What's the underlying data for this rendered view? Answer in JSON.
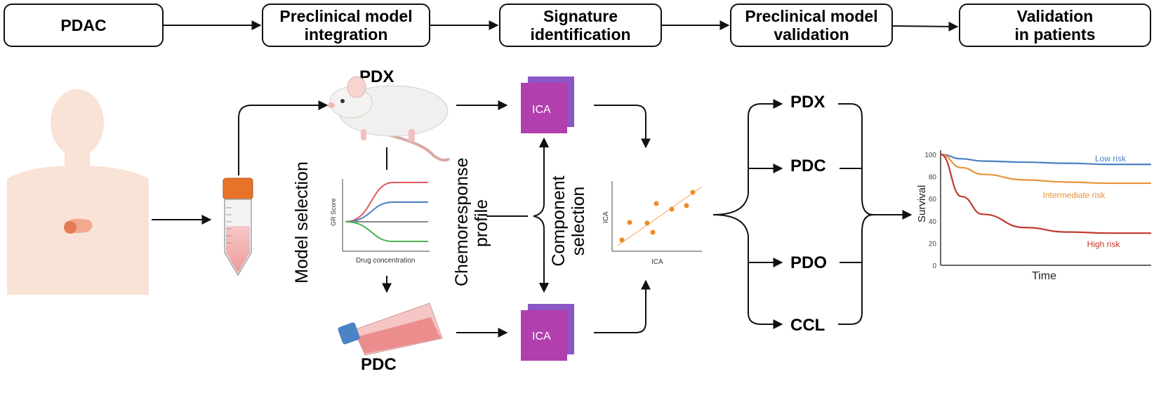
{
  "stages": [
    "PDAC",
    "Preclinical model\nintegration",
    "Signature\nidentification",
    "Preclinical model\nvalidation",
    "Validation\nin patients"
  ],
  "labels": {
    "pdx_top": "PDX",
    "pdc_bottom": "PDC",
    "model_selection": "Model selection",
    "chemoresponse": "Chemoresponse\nprofile",
    "component_selection": "Component\nselection",
    "ica": "ICA"
  },
  "gr_chart": {
    "ylabel": "GR Score",
    "xlabel": "Drug concentration"
  },
  "scatter_chart": {
    "xlabel": "ICA",
    "ylabel": "ICA"
  },
  "validation_models": [
    "PDX",
    "PDC",
    "PDO",
    "CCL"
  ],
  "chart_data": {
    "type": "line",
    "title": "",
    "xlabel": "Time",
    "ylabel": "Survival",
    "ylim": [
      0,
      100
    ],
    "yticks": [
      0,
      20,
      40,
      60,
      80,
      100
    ],
    "series": [
      {
        "name": "Low risk",
        "color": "#4a7fc1",
        "x": [
          0,
          10,
          20,
          40,
          60,
          80,
          100
        ],
        "values": [
          100,
          96,
          94,
          93,
          92,
          91,
          91
        ]
      },
      {
        "name": "Intermediate risk",
        "color": "#e8923a",
        "x": [
          0,
          10,
          20,
          40,
          60,
          80,
          100
        ],
        "values": [
          100,
          88,
          82,
          77,
          75,
          74,
          74
        ]
      },
      {
        "name": "High risk",
        "color": "#c0392b",
        "x": [
          0,
          10,
          20,
          40,
          60,
          80,
          100
        ],
        "values": [
          100,
          62,
          46,
          34,
          30,
          29,
          29
        ]
      }
    ]
  }
}
